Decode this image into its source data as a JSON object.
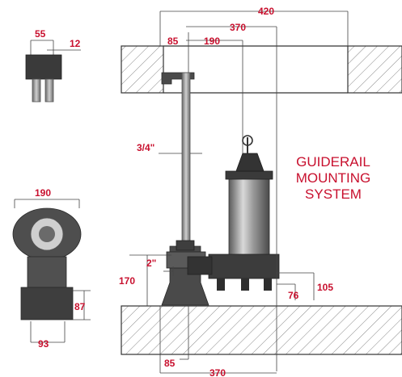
{
  "diagram": {
    "title_lines": [
      "GUIDERAIL",
      "MOUNTING",
      "SYSTEM"
    ],
    "dimensions": {
      "top_width": "420",
      "top_370": "370",
      "top_190": "190",
      "top_85": "85",
      "pipe": "3/4\"",
      "outlet": "2\"",
      "base_170": "170",
      "base_76": "76",
      "base_105": "105",
      "bottom_85": "85",
      "bottom_370": "370",
      "bracket_55": "55",
      "bracket_12": "12",
      "foot_190": "190",
      "foot_87": "87",
      "foot_93": "93"
    },
    "colors": {
      "dimension_text": "#c8102e",
      "pump_body": "#6e6e6e"
    }
  }
}
